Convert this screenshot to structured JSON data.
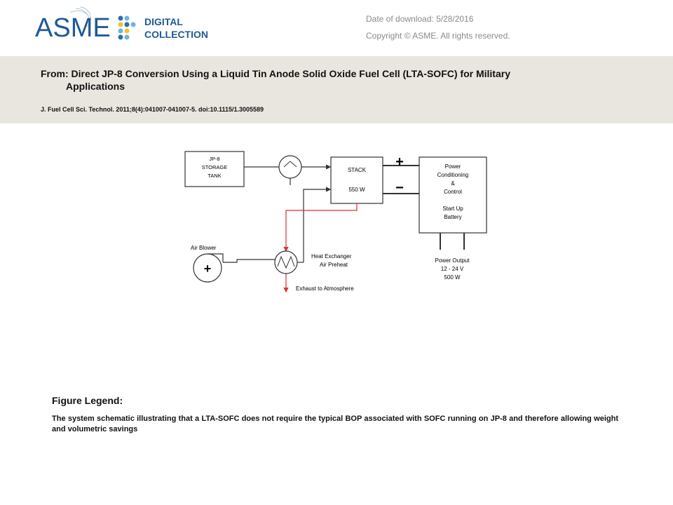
{
  "header": {
    "logo": {
      "brand": "ASME",
      "line1": "DIGITAL",
      "line2": "COLLECTION"
    },
    "download": "Date of download:  5/28/2016",
    "copyright": "Copyright © ASME. All rights reserved."
  },
  "banner": {
    "from_line1": "From: Direct JP-8 Conversion Using a Liquid Tin Anode Solid Oxide Fuel Cell (LTA-SOFC) for Military",
    "from_line2": "Applications",
    "citation": "J. Fuel Cell Sci. Technol. 2011;8(4):041007-041007-5. doi:10.1115/1.3005589"
  },
  "diagram": {
    "tank": [
      "JP-8",
      "STORAGE",
      "TANK"
    ],
    "stack": [
      "STACK",
      "550 W"
    ],
    "plus": "+",
    "minus": "−",
    "power": [
      "Power",
      "Conditioning",
      "&",
      "Control",
      "Start Up",
      "Battery"
    ],
    "output": [
      "Power Output",
      "12 - 24 V",
      "500 W"
    ],
    "blower": "Air Blower",
    "hx": [
      "Heat Exchanger",
      "Air Preheat"
    ],
    "exhaust": "Exhaust to Atmosphere",
    "colors": {
      "line": "#333333",
      "exhaust": "#e03030"
    }
  },
  "legend": {
    "title": "Figure Legend:",
    "text": "The system schematic illustrating that a LTA-SOFC does not require the typical BOP associated with SOFC running on JP-8 and therefore allowing weight and volumetric savings"
  }
}
